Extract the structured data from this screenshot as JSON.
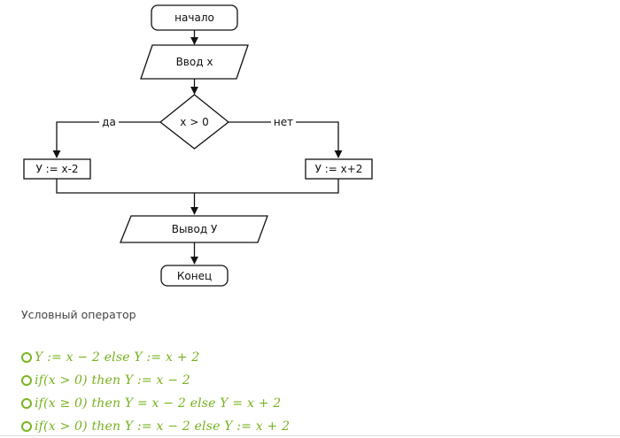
{
  "flowchart": {
    "start": "начало",
    "input": "Ввод х",
    "condition": "х > 0",
    "yes_label": "да",
    "no_label": "нет",
    "yes_action": "У := х-2",
    "no_action": "У := х+2",
    "output": "Вывод У",
    "end": "Конец"
  },
  "question": {
    "title": "Условный оператор",
    "options": [
      "Y := x − 2  else Y := x + 2",
      "if(x > 0) then Y := x − 2",
      "if(x ≥ 0) then Y = x − 2  else Y = x + 2",
      "if(x > 0) then Y := x − 2  else Y := x + 2"
    ]
  },
  "colors": {
    "accent": "#7ab51d",
    "stroke": "#111111"
  }
}
